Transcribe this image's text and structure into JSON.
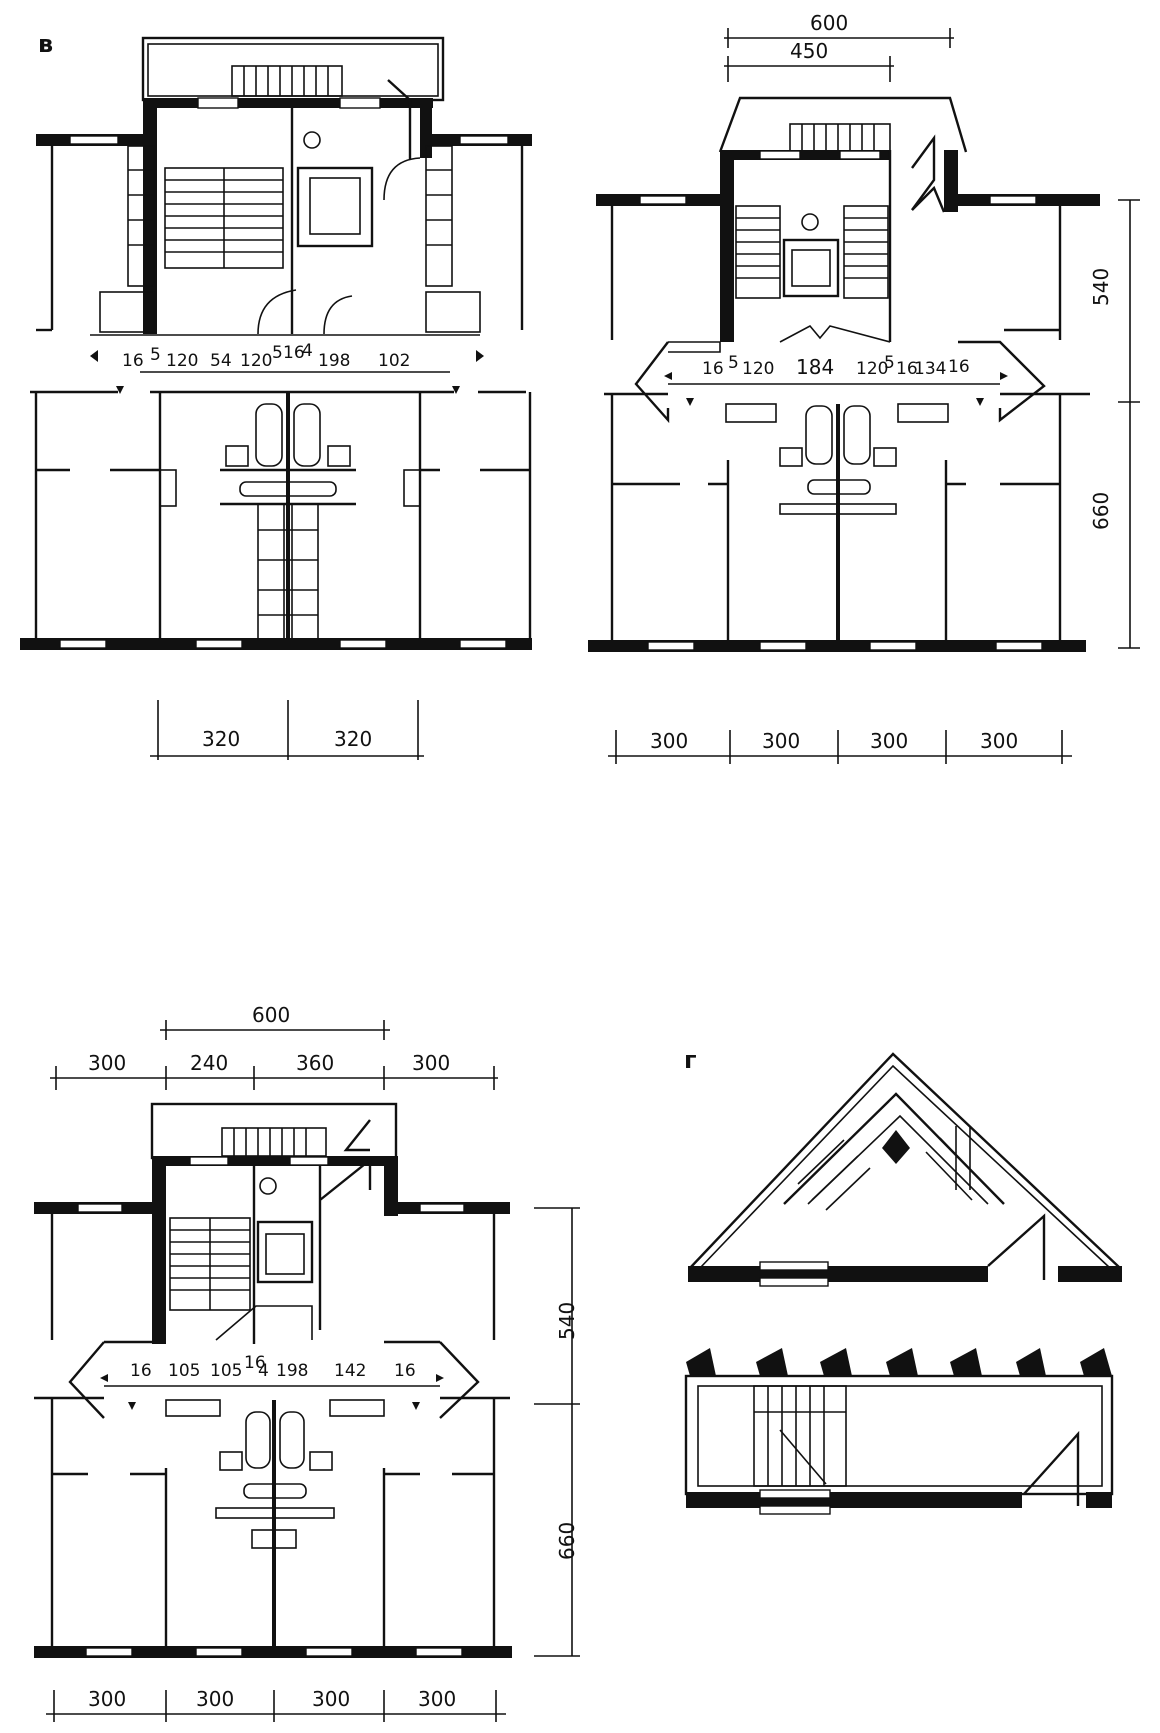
{
  "colors": {
    "ink": "#111111",
    "paper": "#ffffff"
  },
  "plan_b": {
    "marker": "в",
    "corridor_dims": [
      "16",
      "5",
      "120",
      "54",
      "120",
      "5",
      "16",
      "4",
      "198",
      "102"
    ],
    "bay_dims": [
      "320",
      "320"
    ]
  },
  "plan_top_right": {
    "top_dims": [
      "600",
      "450"
    ],
    "corridor_dims": [
      "16",
      "5",
      "120",
      "184",
      "120",
      "5",
      "16",
      "134",
      "16"
    ],
    "side_dims": [
      "540",
      "660"
    ],
    "bay_dims": [
      "300",
      "300",
      "300",
      "300"
    ]
  },
  "plan_bottom_left": {
    "top_dim": "600",
    "upper_dims": [
      "300",
      "240",
      "360",
      "300"
    ],
    "corridor_dims": [
      "16",
      "105",
      "105",
      "16",
      "4",
      "198",
      "142",
      "16"
    ],
    "side_dims": [
      "540",
      "660"
    ],
    "bay_dims": [
      "300",
      "300",
      "300",
      "300"
    ]
  },
  "plan_g": {
    "marker": "г"
  }
}
